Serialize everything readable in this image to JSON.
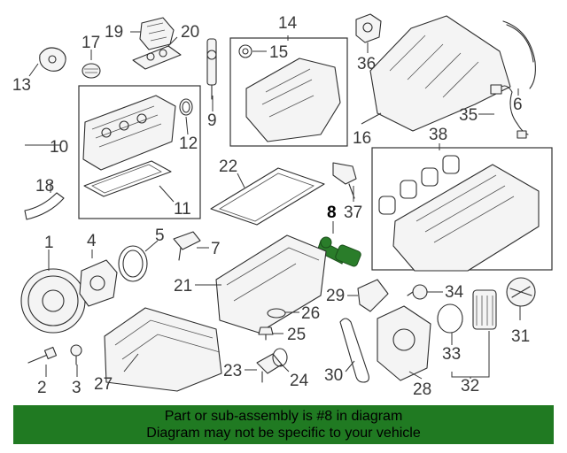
{
  "callouts": {
    "c1": "1",
    "c2": "2",
    "c3": "3",
    "c4": "4",
    "c5": "5",
    "c6": "6",
    "c7": "7",
    "c8": "8",
    "c9": "9",
    "c10": "10",
    "c11": "11",
    "c12": "12",
    "c13": "13",
    "c14": "14",
    "c15": "15",
    "c16": "16",
    "c17": "17",
    "c18": "18",
    "c19": "19",
    "c20": "20",
    "c21": "21",
    "c22": "22",
    "c23": "23",
    "c24": "24",
    "c25": "25",
    "c26": "26",
    "c27": "27",
    "c28": "28",
    "c29": "29",
    "c30": "30",
    "c31": "31",
    "c32": "32",
    "c33": "33",
    "c34": "34",
    "c35": "35",
    "c36": "36",
    "c37": "37",
    "c38": "38"
  },
  "highlight": {
    "part_number": "8",
    "color": "#2a7d2a"
  },
  "banner": {
    "line1": "Part or sub-assembly is #8 in diagram",
    "line2": "Diagram may not be specific to your vehicle",
    "background": "#207a22"
  }
}
